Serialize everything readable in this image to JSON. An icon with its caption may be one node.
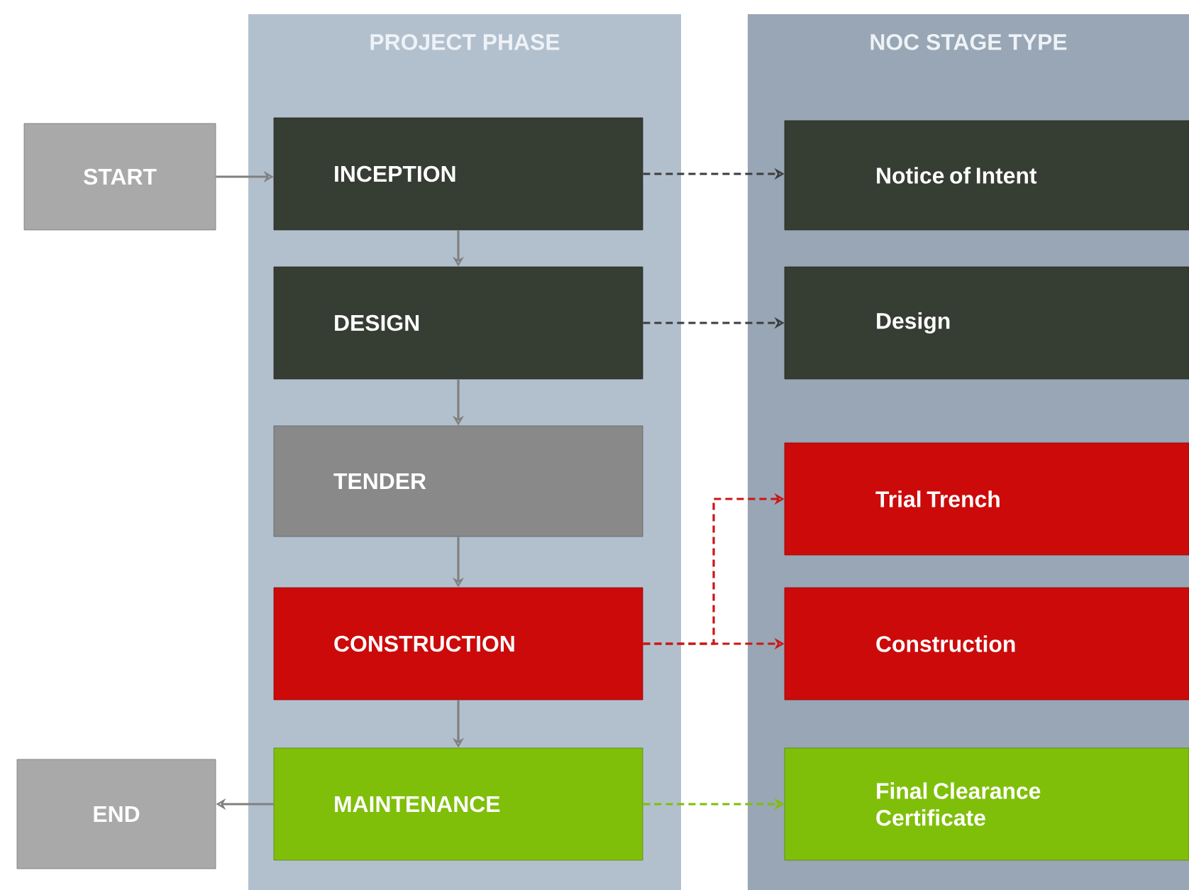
{
  "diagram": {
    "nodes": [
      {
        "text": [
          "PROJECT PHASE"
        ]
      },
      {
        "text": [
          "NOC STAGE TYPE"
        ]
      },
      {
        "text": [
          "START"
        ]
      },
      {
        "text": [
          "INCEPTION"
        ],
        "in": 0
      },
      {
        "text": [
          "DESIGN"
        ],
        "in": 0
      },
      {
        "text": [
          "TENDER"
        ],
        "in": 0
      },
      {
        "text": [
          "CONSTRUCTION"
        ],
        "in": 0
      },
      {
        "text": [
          "MAINTENANCE"
        ],
        "in": 0
      },
      {
        "text": [
          "END"
        ]
      },
      {
        "text": [
          "Notice of Intent"
        ],
        "in": 1
      },
      {
        "text": [
          "Design"
        ],
        "in": 1
      },
      {
        "text": [
          "Trial Trench"
        ],
        "in": 1
      },
      {
        "text": [
          "Construction"
        ],
        "in": 1
      },
      {
        "text": [
          "Final Clearance Certificate"
        ],
        "in": 1
      }
    ],
    "edges": [
      {
        "from": 2,
        "to": 3,
        "arrow": "to"
      },
      {
        "from": 3,
        "to": 4,
        "arrow": "to"
      },
      {
        "from": 4,
        "to": 5,
        "arrow": "to"
      },
      {
        "from": 5,
        "to": 6,
        "arrow": "to"
      },
      {
        "from": 6,
        "to": 7,
        "arrow": "to"
      },
      {
        "from": 7,
        "to": 8,
        "arrow": "to"
      },
      {
        "from": 3,
        "to": 9,
        "arrow": "to",
        "style": "dashed",
        "color": "#3c3c3c"
      },
      {
        "from": 4,
        "to": 10,
        "arrow": "to",
        "style": "dashed",
        "color": "#3c3c3c"
      },
      {
        "from": 6,
        "to": 11,
        "arrow": "to",
        "style": "dashed",
        "color": "#cc1414"
      },
      {
        "from": 6,
        "to": 12,
        "arrow": "to",
        "style": "dashed",
        "color": "#cc1414"
      },
      {
        "from": 7,
        "to": 13,
        "arrow": "to",
        "style": "dashed",
        "color": "#7fbf00"
      }
    ]
  }
}
